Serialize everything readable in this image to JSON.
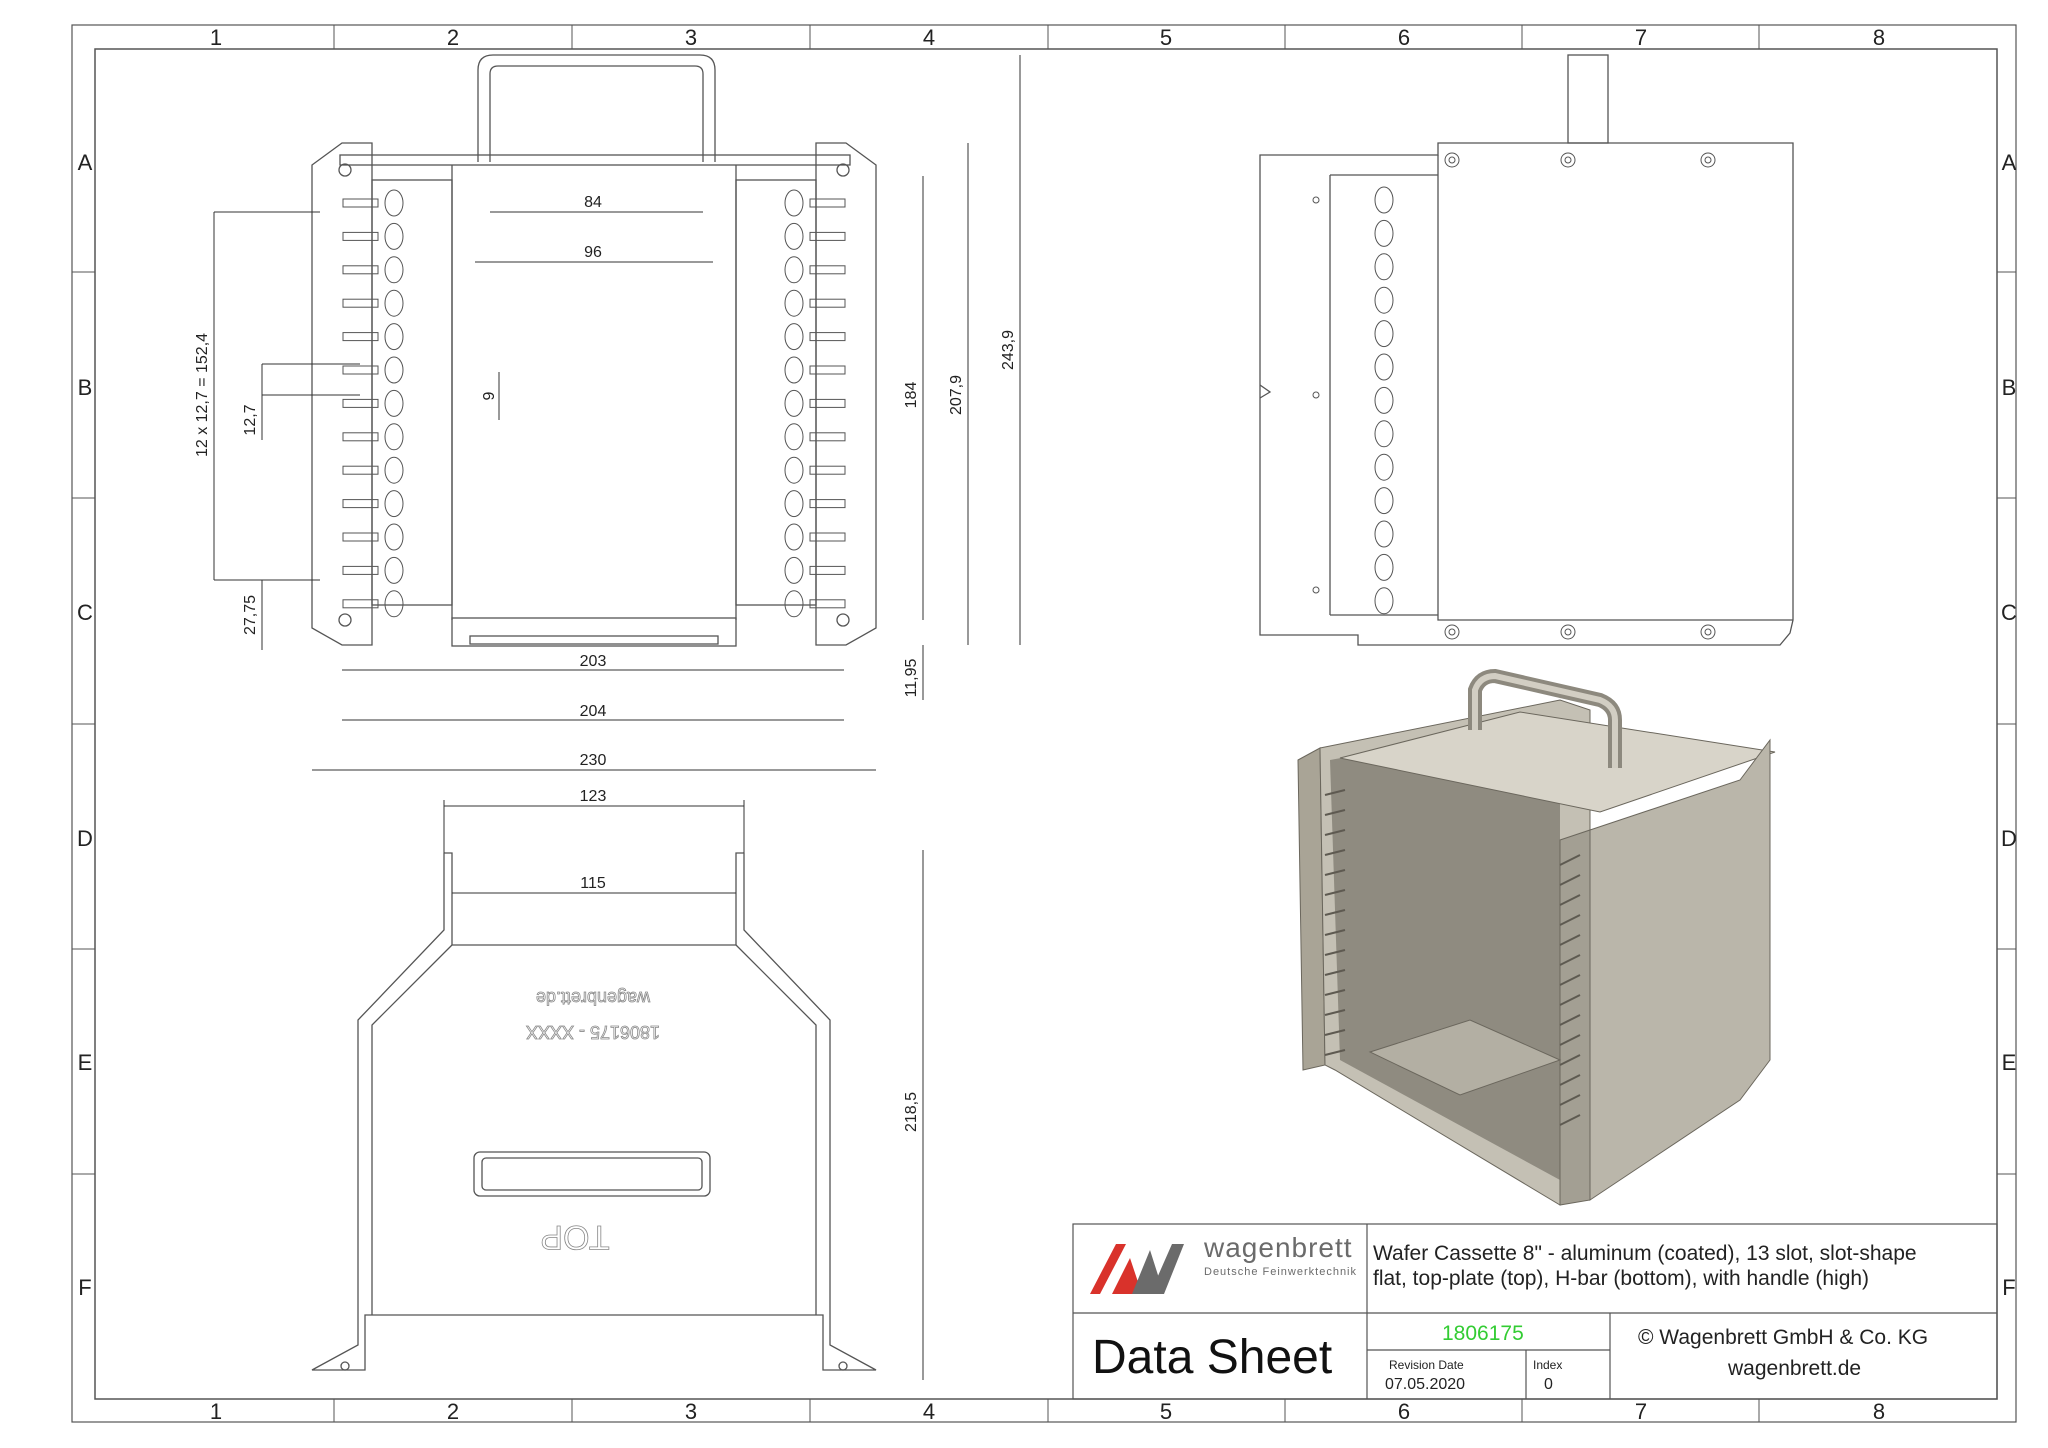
{
  "grid": {
    "columns": [
      "1",
      "2",
      "3",
      "4",
      "5",
      "6",
      "7",
      "8"
    ],
    "rows": [
      "A",
      "B",
      "C",
      "D",
      "E",
      "F"
    ]
  },
  "dimensions": {
    "d84": "84",
    "d96": "96",
    "d9": "9",
    "d12x": "12 x 12,7 = 152,4",
    "d127": "12,7",
    "d2775": "27,75",
    "d184": "184",
    "d2079": "207,9",
    "d2439": "243,9",
    "d1195": "11,95",
    "d203": "203",
    "d204": "204",
    "d230": "230",
    "d123": "123",
    "d115": "115",
    "d2185": "218,5"
  },
  "engravings": {
    "web": "wagenbrett.de",
    "part": "1806175 - XXXX",
    "top": "TOP"
  },
  "title_block": {
    "logo_name": "wagenbrett",
    "logo_sub": "Deutsche Feinwerktechnik",
    "description_line1": "Wafer Cassette 8\" - aluminum (coated), 13 slot, slot-shape",
    "description_line2": "flat, top-plate (top), H-bar (bottom), with handle (high)",
    "doc_type": "Data Sheet",
    "part_number": "1806175",
    "revision_label": "Revision Date",
    "revision_date": "07.05.2020",
    "index_label": "Index",
    "index_value": "0",
    "company": "© Wagenbrett GmbH & Co. KG",
    "website": "wagenbrett.de"
  },
  "colors": {
    "line": "#555555",
    "part_number": "#33cc33",
    "logo_red": "#d9322b",
    "logo_gray": "#6b6b6b",
    "metal": "#b8b3a6"
  }
}
